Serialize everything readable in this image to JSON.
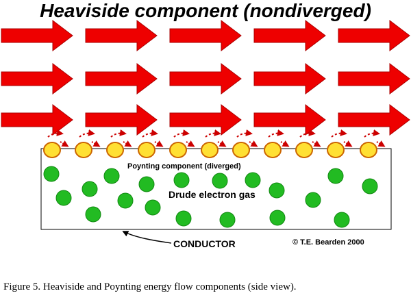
{
  "title": "Heaviside component (nondiverged)",
  "poynting_label": "Poynting component (diverged)",
  "gas_label": "Drude electron gas",
  "conductor_label": "CONDUCTOR",
  "copyright": "© T.E. Bearden 2000",
  "caption": "Figure 5.  Heaviside and Poynting energy flow components (side view).",
  "colors": {
    "arrow_fill": "#ee0000",
    "electron_fill": "#22bb22",
    "surface_charge_fill": "#ffe033",
    "surface_charge_stroke": "#cc6600",
    "divergence_arrow": "#cc0000"
  },
  "icons": {
    "heaviside_arrow": "large-red-right-arrow-icon",
    "electron": "green-electron-icon",
    "surface_charge": "yellow-surface-charge-icon",
    "poynting_arrow": "dotted-red-divergence-arrow-icon",
    "pointer_arrow": "black-curved-pointer-arrow-icon"
  }
}
